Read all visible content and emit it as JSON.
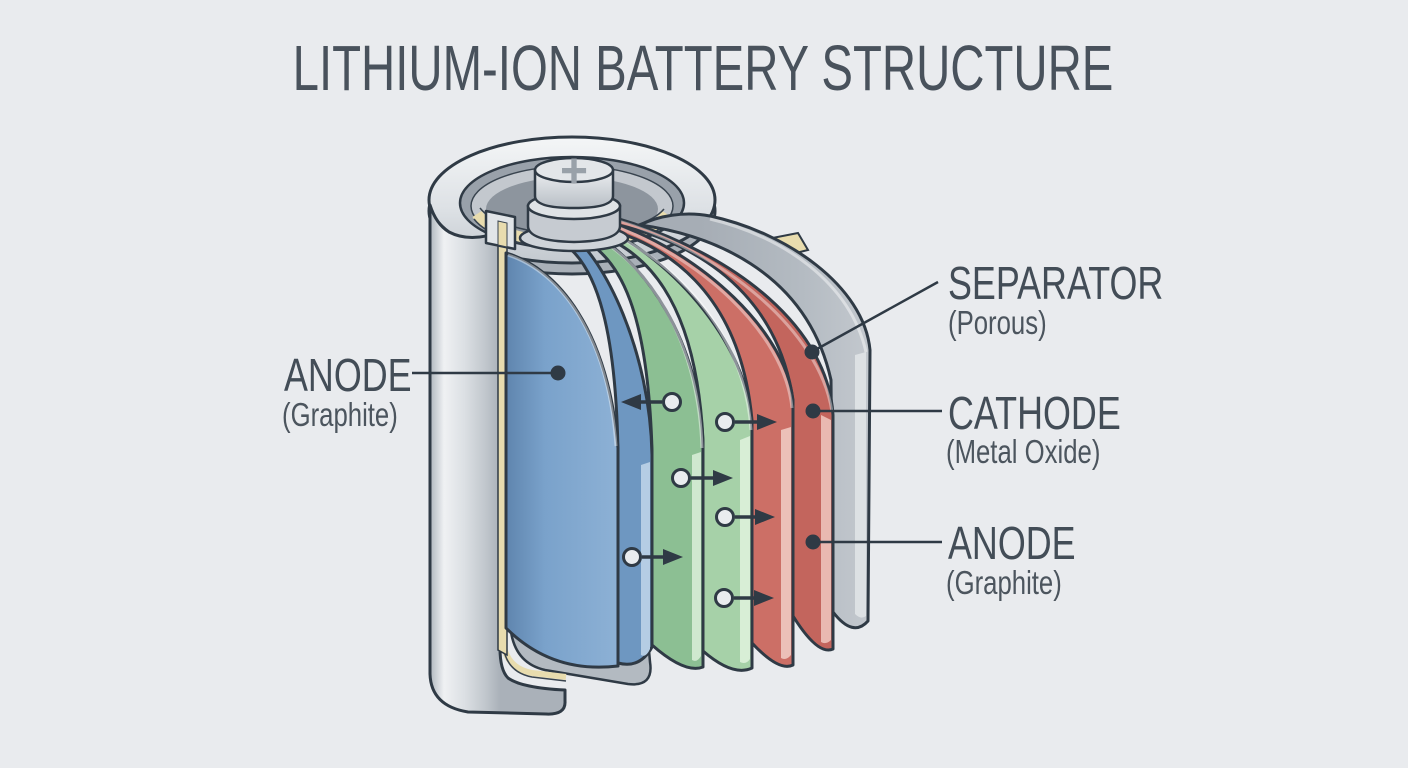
{
  "title": "LITHIUM-ION BATTERY STRUCTURE",
  "terminal": {
    "sign": "+"
  },
  "callouts": {
    "anode_left": {
      "label": "ANODE",
      "sublabel": "(Graphite)"
    },
    "separator": {
      "label": "SEPARATOR",
      "sublabel": "(Porous)"
    },
    "cathode": {
      "label": "CATHODE",
      "sublabel": "(Metal Oxide)"
    },
    "anode_right": {
      "label": "ANODE",
      "sublabel": "(Graphite)"
    }
  },
  "layers": [
    {
      "name": "anode",
      "material": "Graphite",
      "color": "#7aa2cb"
    },
    {
      "name": "separator",
      "material": "Porous",
      "color": "#8cbf93"
    },
    {
      "name": "cathode",
      "material": "Metal Oxide",
      "color": "#c6685f"
    }
  ],
  "ions": {
    "count": 6
  },
  "colors": {
    "background": "#e9ebee",
    "outline": "#2f3a45",
    "case_gray": "#c6cbd1",
    "insulator_cream": "#e8dcae",
    "text": "#49525c"
  }
}
